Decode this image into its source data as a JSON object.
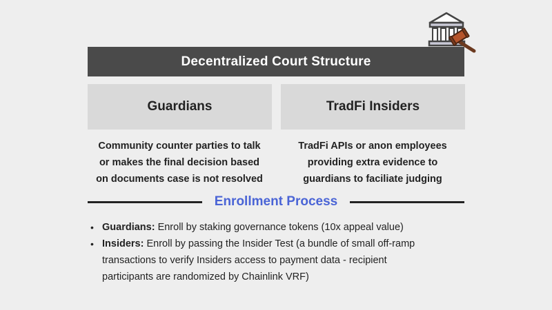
{
  "title": "Decentralized Court Structure",
  "columns": [
    {
      "heading": "Guardians",
      "description_lines": [
        "Community counter parties to talk",
        "or makes the final decision based",
        "on documents case is not resolved"
      ]
    },
    {
      "heading": "TradFi Insiders",
      "description_lines": [
        "TradFi APIs or anon employees",
        "providing extra evidence to",
        "guardians to faciliate judging"
      ]
    }
  ],
  "enrollment": {
    "title": "Enrollment Process",
    "bullets": [
      {
        "label": "Guardians:",
        "lines": [
          " Enroll by staking governance tokens (10x appeal value)"
        ]
      },
      {
        "label": "Insiders:",
        "lines": [
          " Enroll by passing the Insider Test (a bundle of small off-ramp",
          "transactions to verify Insiders access to payment data - recipient",
          "participants are randomized by Chainlink VRF)"
        ]
      }
    ]
  },
  "icons": {
    "court": "courthouse-gavel-icon",
    "bullet": "•"
  },
  "colors": {
    "background": "#eeeeee",
    "title_bar": "#4a4a4a",
    "column_box": "#d9d9d9",
    "accent": "#4a64d6",
    "text": "#222222"
  }
}
